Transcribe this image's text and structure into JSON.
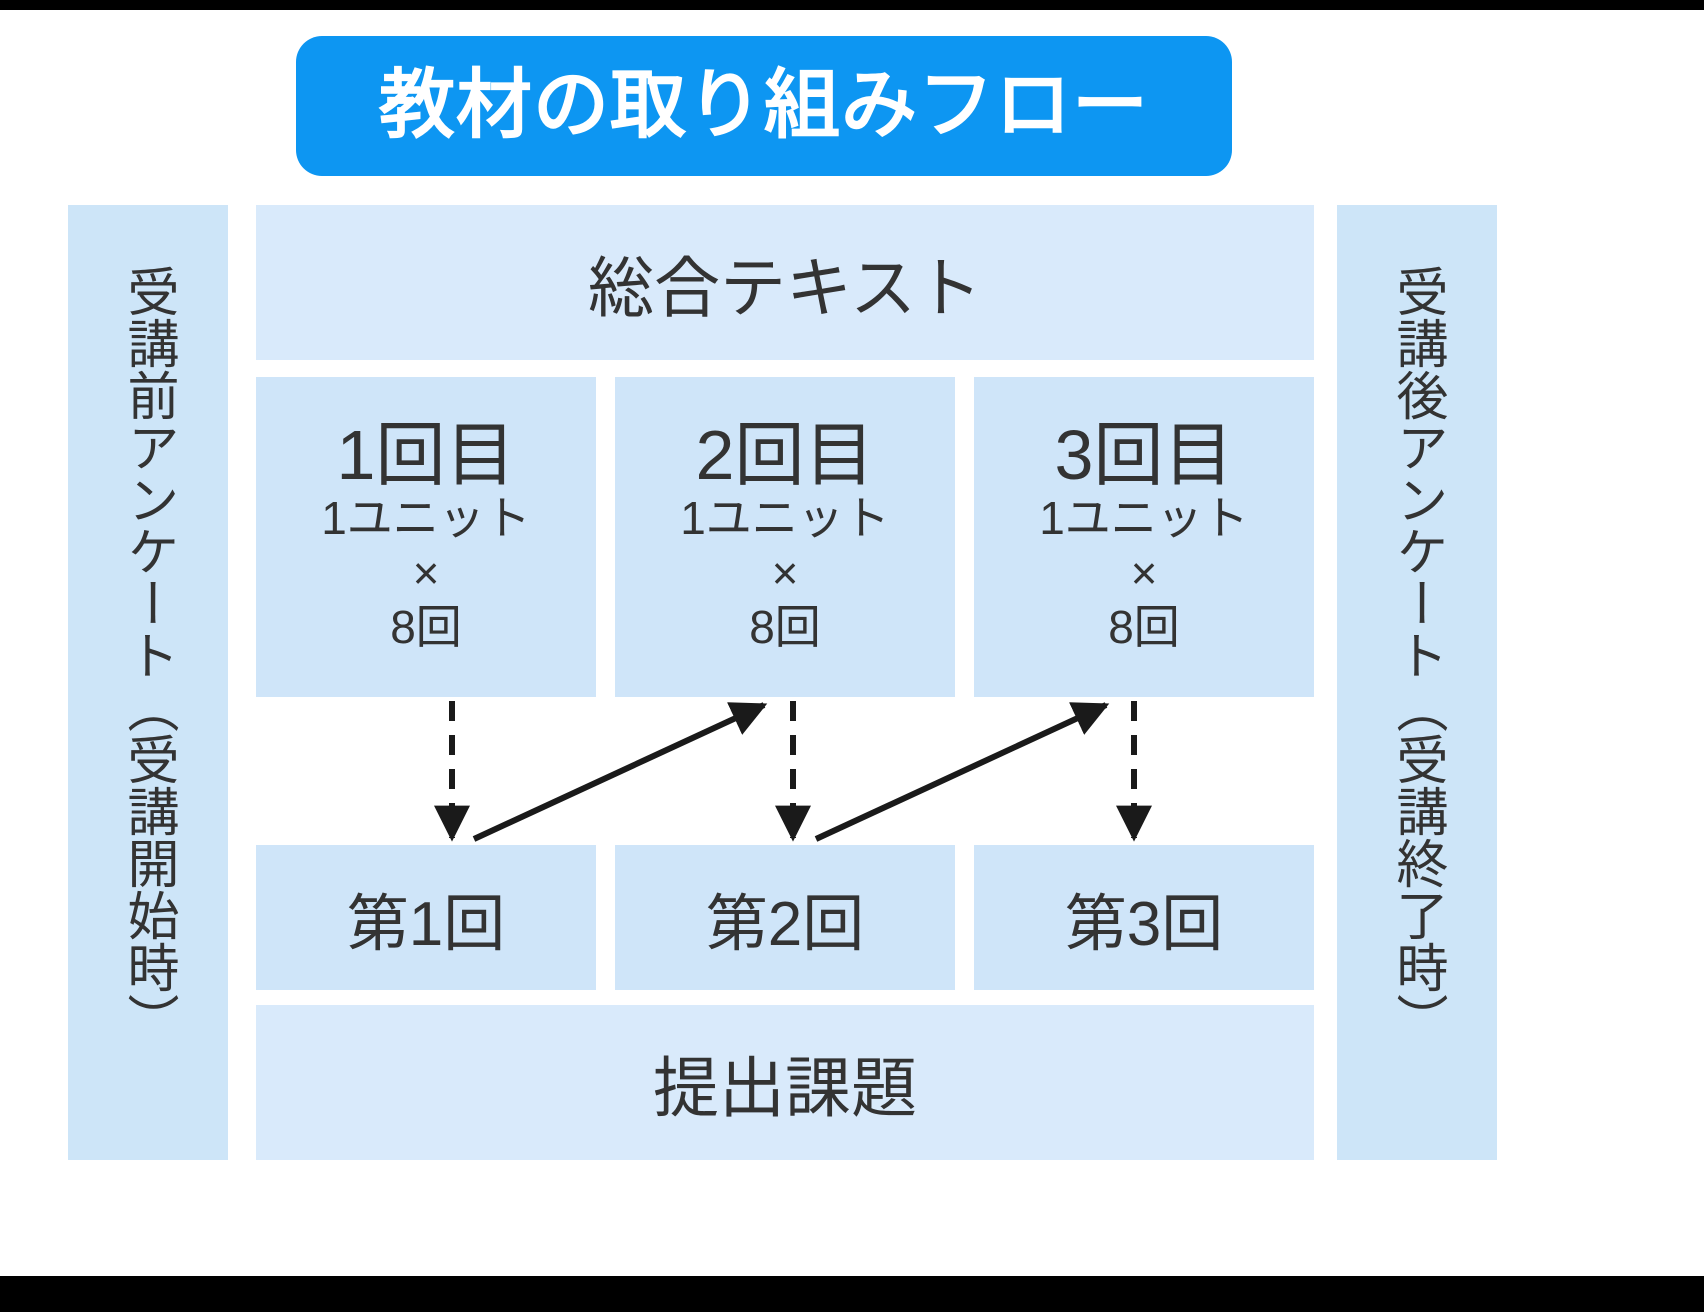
{
  "title": {
    "text": "教材の取り組みフロー"
  },
  "colors": {
    "title_pill": "#0d96f2",
    "title_text": "#ffffff",
    "panel_fill": "#cde5f8",
    "band_fill": "#d9eafb",
    "box_fill": "#cfe5f9",
    "text": "#333333",
    "arrow": "#1a1a1a",
    "page_background": "#ffffff",
    "letterbox": "#000000"
  },
  "sidebars": {
    "left": {
      "label": "受講前アンケート（受講開始時）"
    },
    "right": {
      "label": "受講後アンケート（受講終了時）"
    }
  },
  "center": {
    "header": {
      "label": "総合テキスト"
    },
    "footer": {
      "label": "提出課題"
    },
    "units": [
      {
        "title": "1回目",
        "line1": "1ユニット",
        "line2": "×",
        "line3": "8回"
      },
      {
        "title": "2回目",
        "line1": "1ユニット",
        "line2": "×",
        "line3": "8回"
      },
      {
        "title": "3回目",
        "line1": "1ユニット",
        "line2": "×",
        "line3": "8回"
      }
    ],
    "sessions": [
      {
        "label": "第1回"
      },
      {
        "label": "第2回"
      },
      {
        "label": "第3回"
      }
    ]
  },
  "flow": {
    "down_arrow_style": "dashed",
    "diagonal_arrow_style": "solid",
    "down_arrows": 3,
    "diagonal_arrows": 2
  }
}
